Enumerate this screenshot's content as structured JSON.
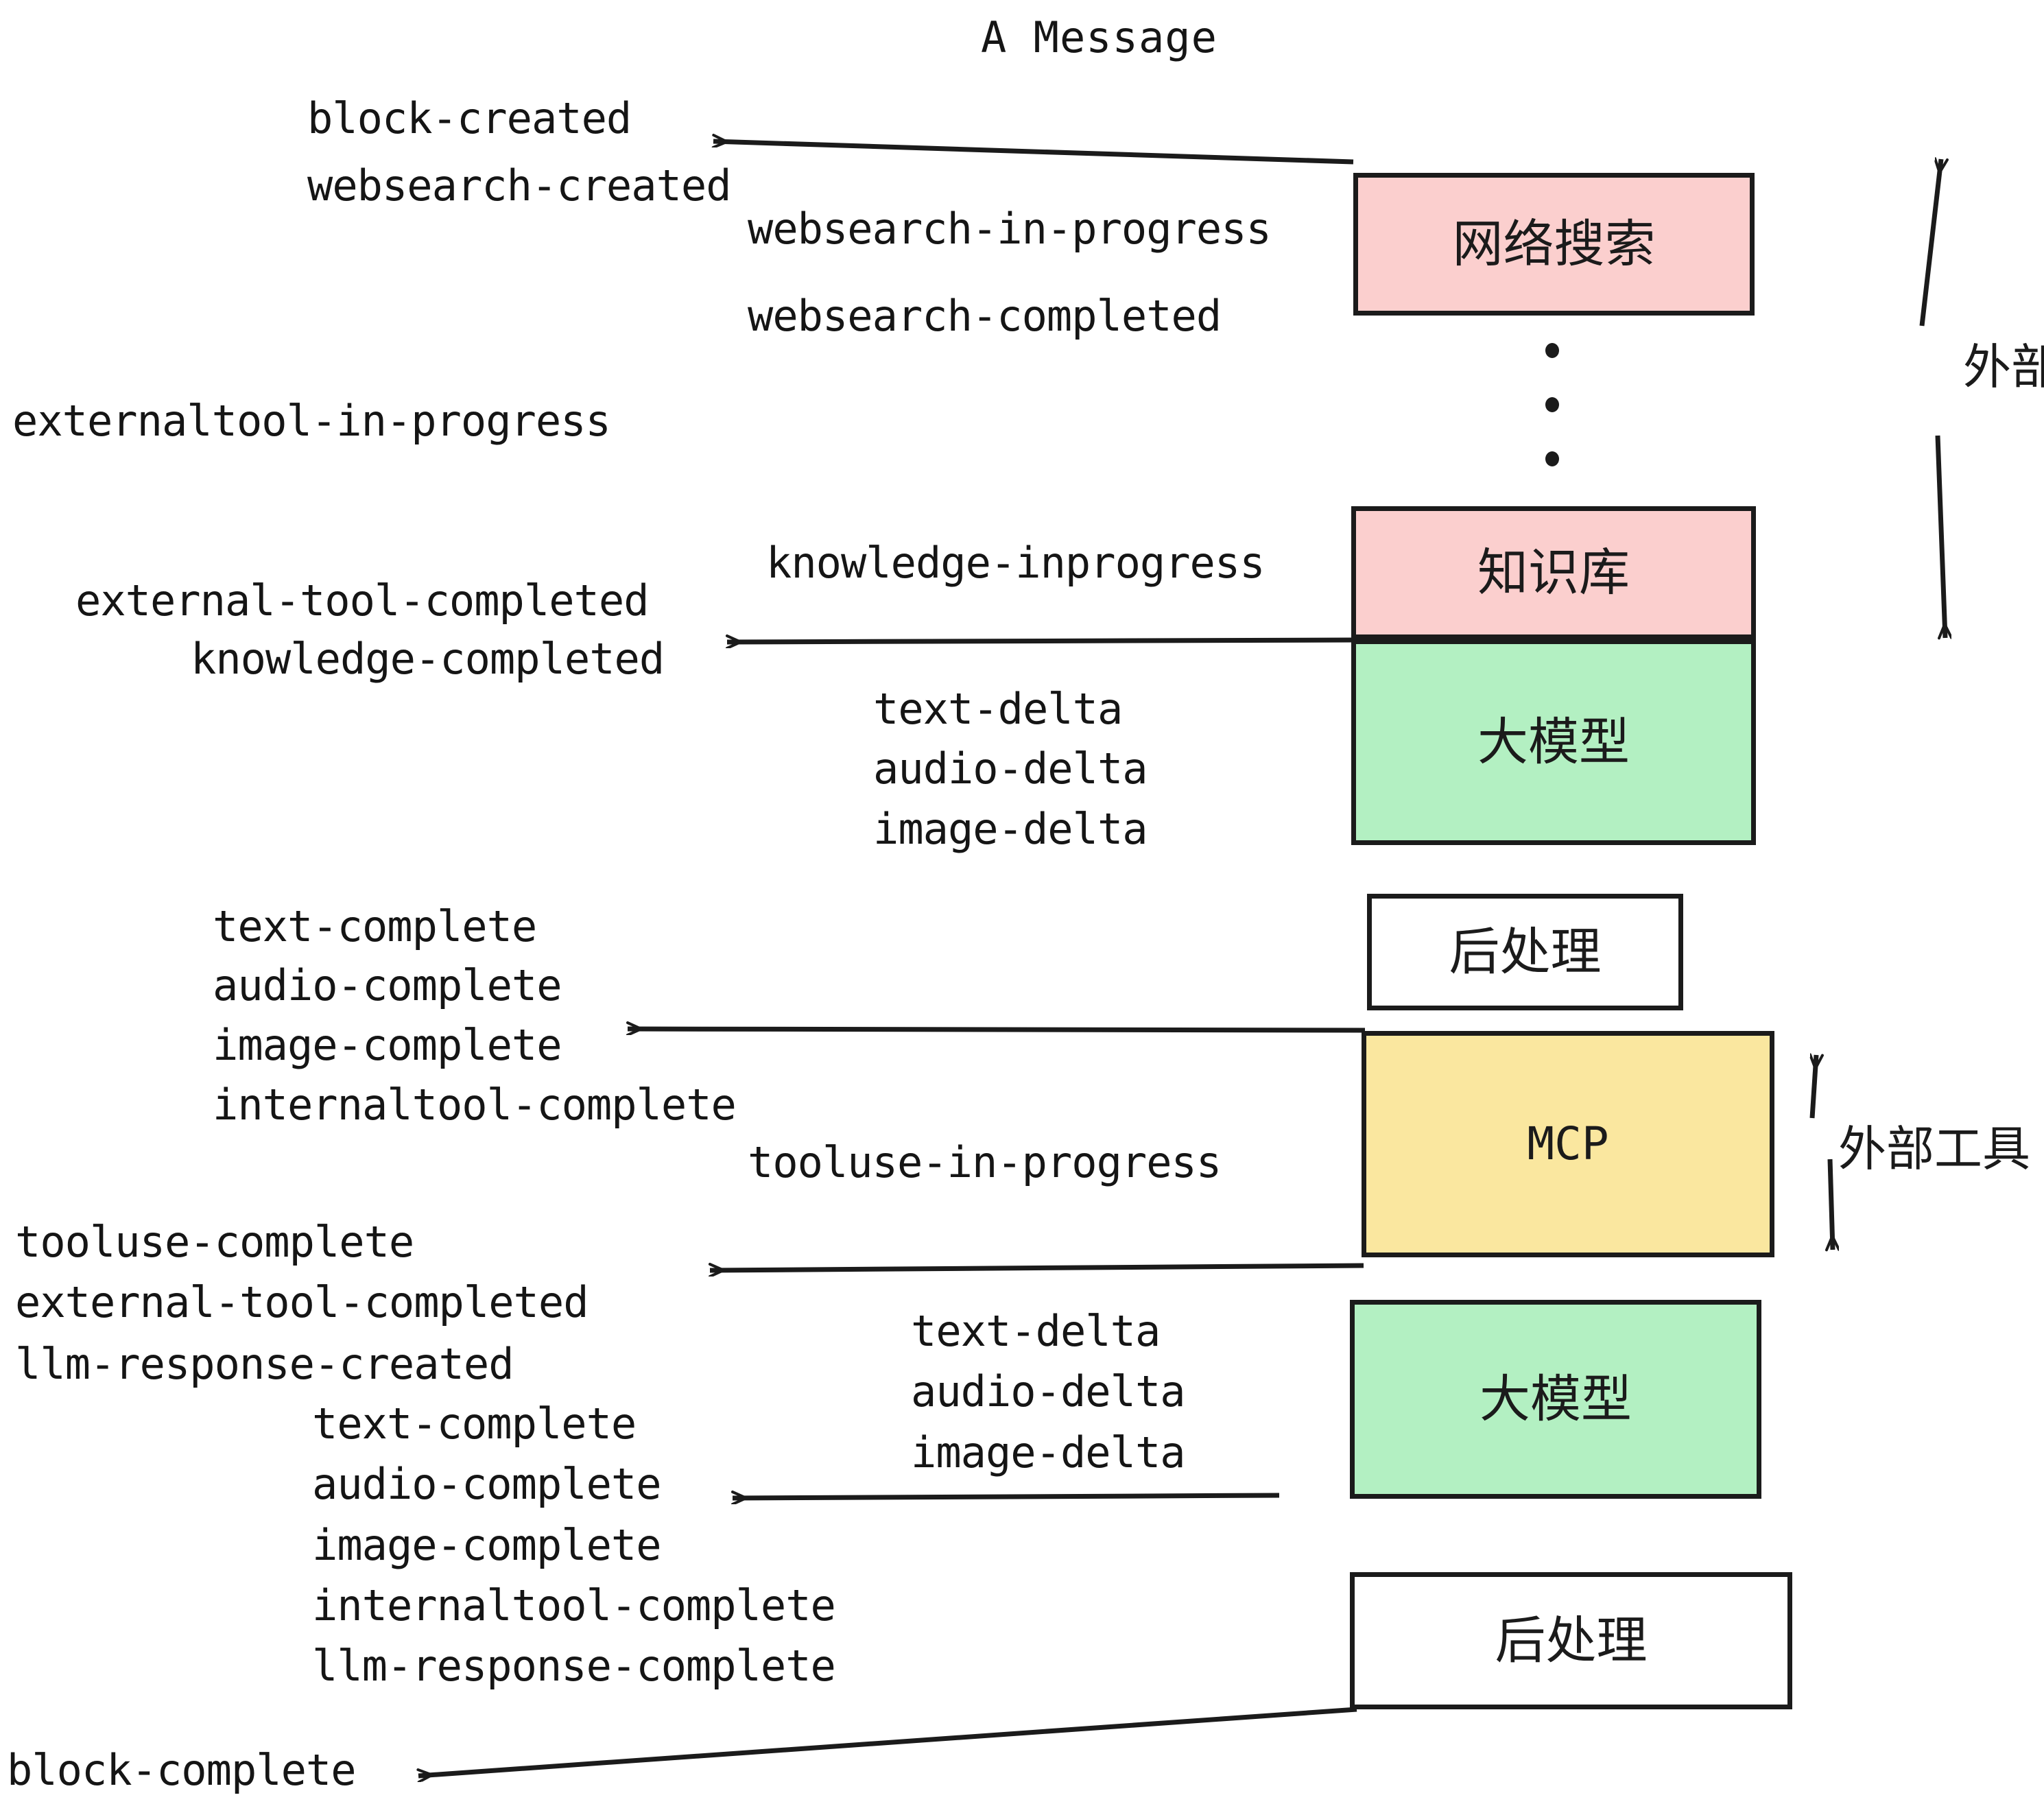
{
  "title": "A Message",
  "colors": {
    "pink": "#fbcfce",
    "green": "#b3f0c2",
    "yellow": "#fae79f",
    "white": "#ffffff",
    "stroke": "#1b1b1b",
    "text": "#151515"
  },
  "boxes": [
    {
      "id": "websearch",
      "label": "网络搜索",
      "fill": "#fbcfce",
      "mono": false
    },
    {
      "id": "knowledge",
      "label": "知识库",
      "fill": "#fbcfce",
      "mono": false
    },
    {
      "id": "llm-top",
      "label": "大模型",
      "fill": "#b3f0c2",
      "mono": false
    },
    {
      "id": "postprocess-top",
      "label": "后处理",
      "fill": "#ffffff",
      "mono": false
    },
    {
      "id": "mcp",
      "label": "MCP",
      "fill": "#fae79f",
      "mono": true
    },
    {
      "id": "llm-bottom",
      "label": "大模型",
      "fill": "#b3f0c2",
      "mono": false
    },
    {
      "id": "postprocess-bottom",
      "label": "后处理",
      "fill": "#ffffff",
      "mono": false
    }
  ],
  "group_labels": [
    {
      "id": "external-tools-top",
      "text": "外部工具"
    },
    {
      "id": "external-tools-bottom",
      "text": "外部工具"
    }
  ],
  "events": {
    "block_created": "block-created",
    "websearch_created": "websearch-created",
    "websearch_in_progress": "websearch-in-progress",
    "websearch_completed": "websearch-completed",
    "externaltool_in_progress": "externaltool-in-progress",
    "knowledge_inprogress": "knowledge-inprogress",
    "external_tool_completed_1": "external-tool-completed",
    "knowledge_completed": "knowledge-completed",
    "text_delta_1": "text-delta",
    "audio_delta_1": "audio-delta",
    "image_delta_1": "image-delta",
    "text_complete_1": "text-complete",
    "audio_complete_1": "audio-complete",
    "image_complete_1": "image-complete",
    "internaltool_complete_1": "internaltool-complete",
    "tooluse_in_progress": "tooluse-in-progress",
    "tooluse_complete": "tooluse-complete",
    "external_tool_completed_2": "external-tool-completed",
    "llm_response_created": "llm-response-created",
    "text_delta_2": "text-delta",
    "audio_delta_2": "audio-delta",
    "image_delta_2": "image-delta",
    "text_complete_2": "text-complete",
    "audio_complete_2": "audio-complete",
    "image_complete_2": "image-complete",
    "internaltool_complete_2": "internaltool-complete",
    "llm_response_complete": "llm-response-complete",
    "block_complete": "block-complete"
  }
}
